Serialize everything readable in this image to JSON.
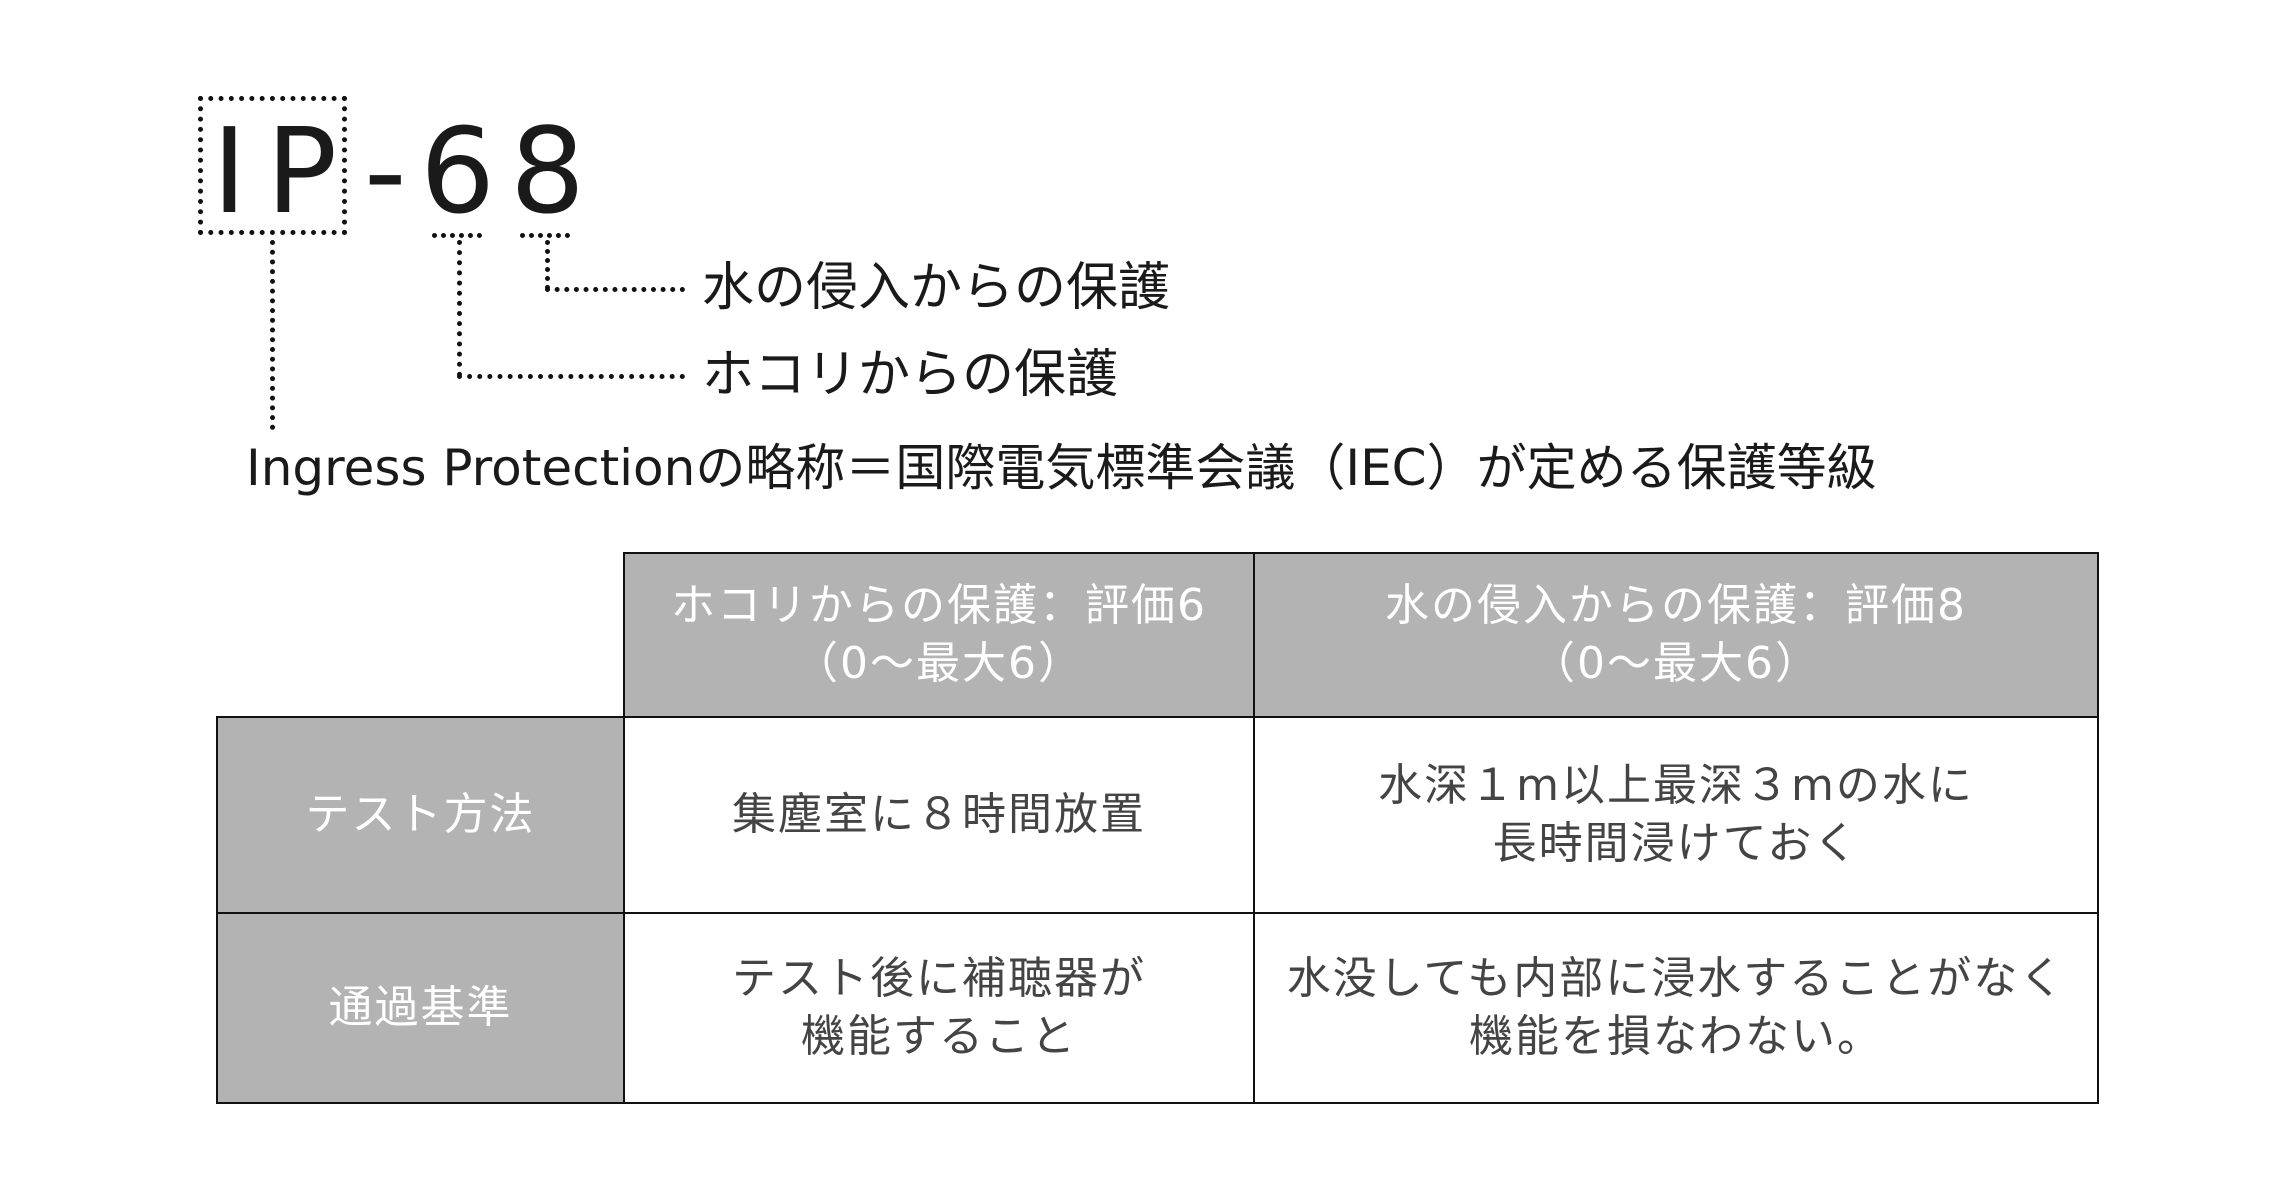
{
  "code": {
    "prefix_i": "I",
    "prefix_p": "P",
    "dash": "-",
    "digit1": "6",
    "digit2": "8"
  },
  "labels": {
    "water": "水の侵入からの保護",
    "dust": "ホコリからの保護",
    "ip_meaning": "Ingress Protectionの略称＝国際電気標準会議（IEC）が定める保護等級"
  },
  "table": {
    "columns": [
      {
        "line1": "ホコリからの保護：評価6",
        "line2": "（0～最大6）"
      },
      {
        "line1": "水の侵入からの保護：評価8",
        "line2": "（0～最大6）"
      }
    ],
    "rows": [
      {
        "header": "テスト方法",
        "cells": [
          {
            "line1": "集塵室に８時間放置",
            "line2": ""
          },
          {
            "line1": "水深１m以上最深３mの水に",
            "line2": "長時間浸けておく"
          }
        ]
      },
      {
        "header": "通過基準",
        "cells": [
          {
            "line1": "テスト後に補聴器が",
            "line2": "機能すること"
          },
          {
            "line1": "水没しても内部に浸水することがなく",
            "line2": "機能を損なわない。"
          }
        ]
      }
    ]
  }
}
